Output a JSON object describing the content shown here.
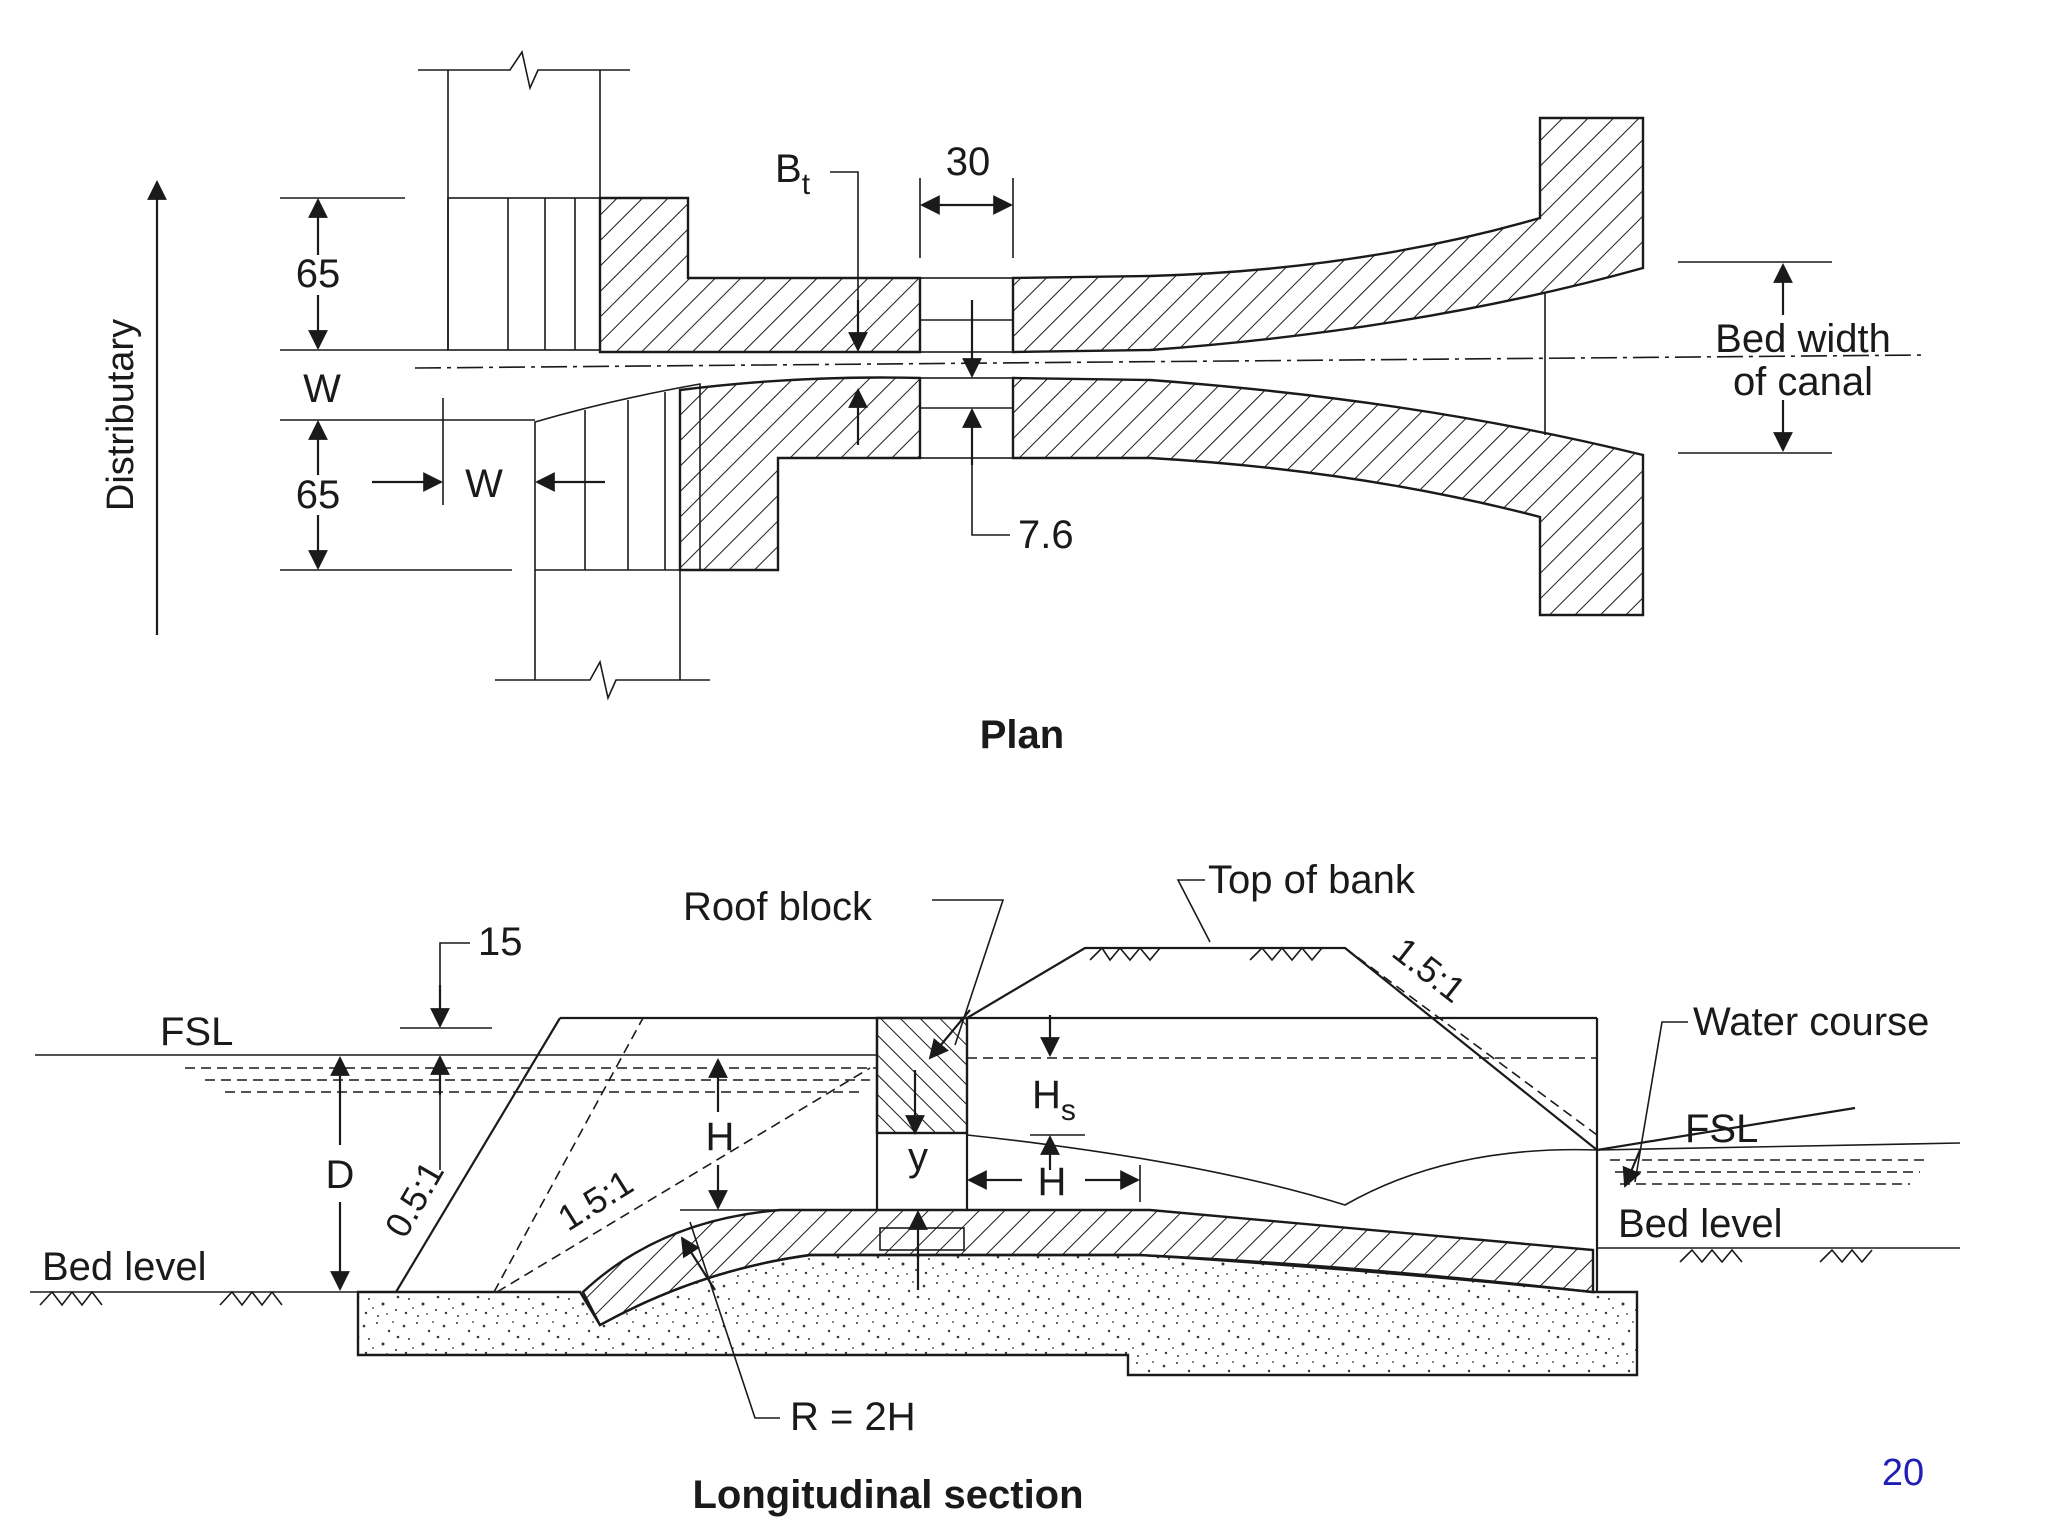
{
  "plan": {
    "axis_label": "Distributary",
    "dim_upper": "65",
    "dim_lower": "65",
    "w_left": "W",
    "w_mid": "W",
    "bt_main": "B",
    "bt_sub": "t",
    "throat_len": "30",
    "throat_gap": "7.6",
    "bed_width_line1": "Bed width",
    "bed_width_line2": "of canal",
    "caption": "Plan"
  },
  "section": {
    "top_of_bank": "Top of bank",
    "roof_block": "Roof block",
    "dim_15": "15",
    "fsl_left": "FSL",
    "d_label": "D",
    "slope_05": "0.5:1",
    "slope_15_left": "1.5:1",
    "slope_15_right": "1.5:1",
    "h_label": "H",
    "hs_main": "H",
    "hs_sub": "s",
    "y_label": "y",
    "h_horizontal": "H",
    "water_course": "Water course",
    "fsl_right": "FSL",
    "bed_level_right": "Bed level",
    "bed_level_left": "Bed level",
    "radius": "R = 2H",
    "caption": "Longitudinal section"
  },
  "slide_number": "20",
  "colors": {
    "line": "#1a1a1a",
    "slide_number": "#1f1fb4"
  }
}
